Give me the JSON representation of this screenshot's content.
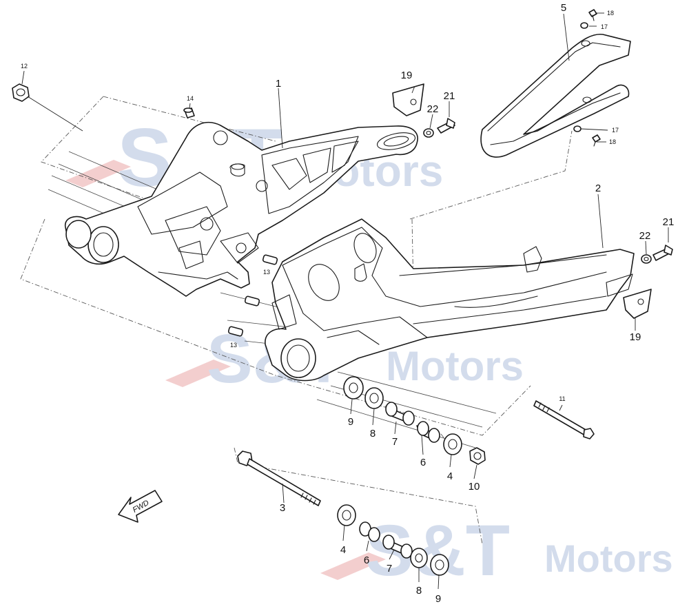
{
  "watermark": {
    "brand": "S&T",
    "suffix": "Motors",
    "color_blue": "#cfd9ea",
    "color_red": "#f2c9c9"
  },
  "fwd_label": "FWD",
  "callouts": [
    {
      "id": "c-1",
      "text": "1"
    },
    {
      "id": "c-2",
      "text": "2"
    },
    {
      "id": "c-3",
      "text": "3"
    },
    {
      "id": "c-4a",
      "text": "4"
    },
    {
      "id": "c-4b",
      "text": "4"
    },
    {
      "id": "c-5",
      "text": "5"
    },
    {
      "id": "c-6a",
      "text": "6"
    },
    {
      "id": "c-6b",
      "text": "6"
    },
    {
      "id": "c-7a",
      "text": "7"
    },
    {
      "id": "c-7b",
      "text": "7"
    },
    {
      "id": "c-8a",
      "text": "8"
    },
    {
      "id": "c-8b",
      "text": "8"
    },
    {
      "id": "c-9a",
      "text": "9"
    },
    {
      "id": "c-9b",
      "text": "9"
    },
    {
      "id": "c-10",
      "text": "10"
    },
    {
      "id": "c-11",
      "text": "11"
    },
    {
      "id": "c-12",
      "text": "12"
    },
    {
      "id": "c-13a",
      "text": "13"
    },
    {
      "id": "c-13b",
      "text": "13"
    },
    {
      "id": "c-14",
      "text": "14"
    },
    {
      "id": "c-17a",
      "text": "17"
    },
    {
      "id": "c-17b",
      "text": "17"
    },
    {
      "id": "c-18a",
      "text": "18"
    },
    {
      "id": "c-18b",
      "text": "18"
    },
    {
      "id": "c-19a",
      "text": "19"
    },
    {
      "id": "c-19b",
      "text": "19"
    },
    {
      "id": "c-21a",
      "text": "21"
    },
    {
      "id": "c-21b",
      "text": "21"
    },
    {
      "id": "c-22a",
      "text": "22"
    },
    {
      "id": "c-22b",
      "text": "22"
    }
  ]
}
